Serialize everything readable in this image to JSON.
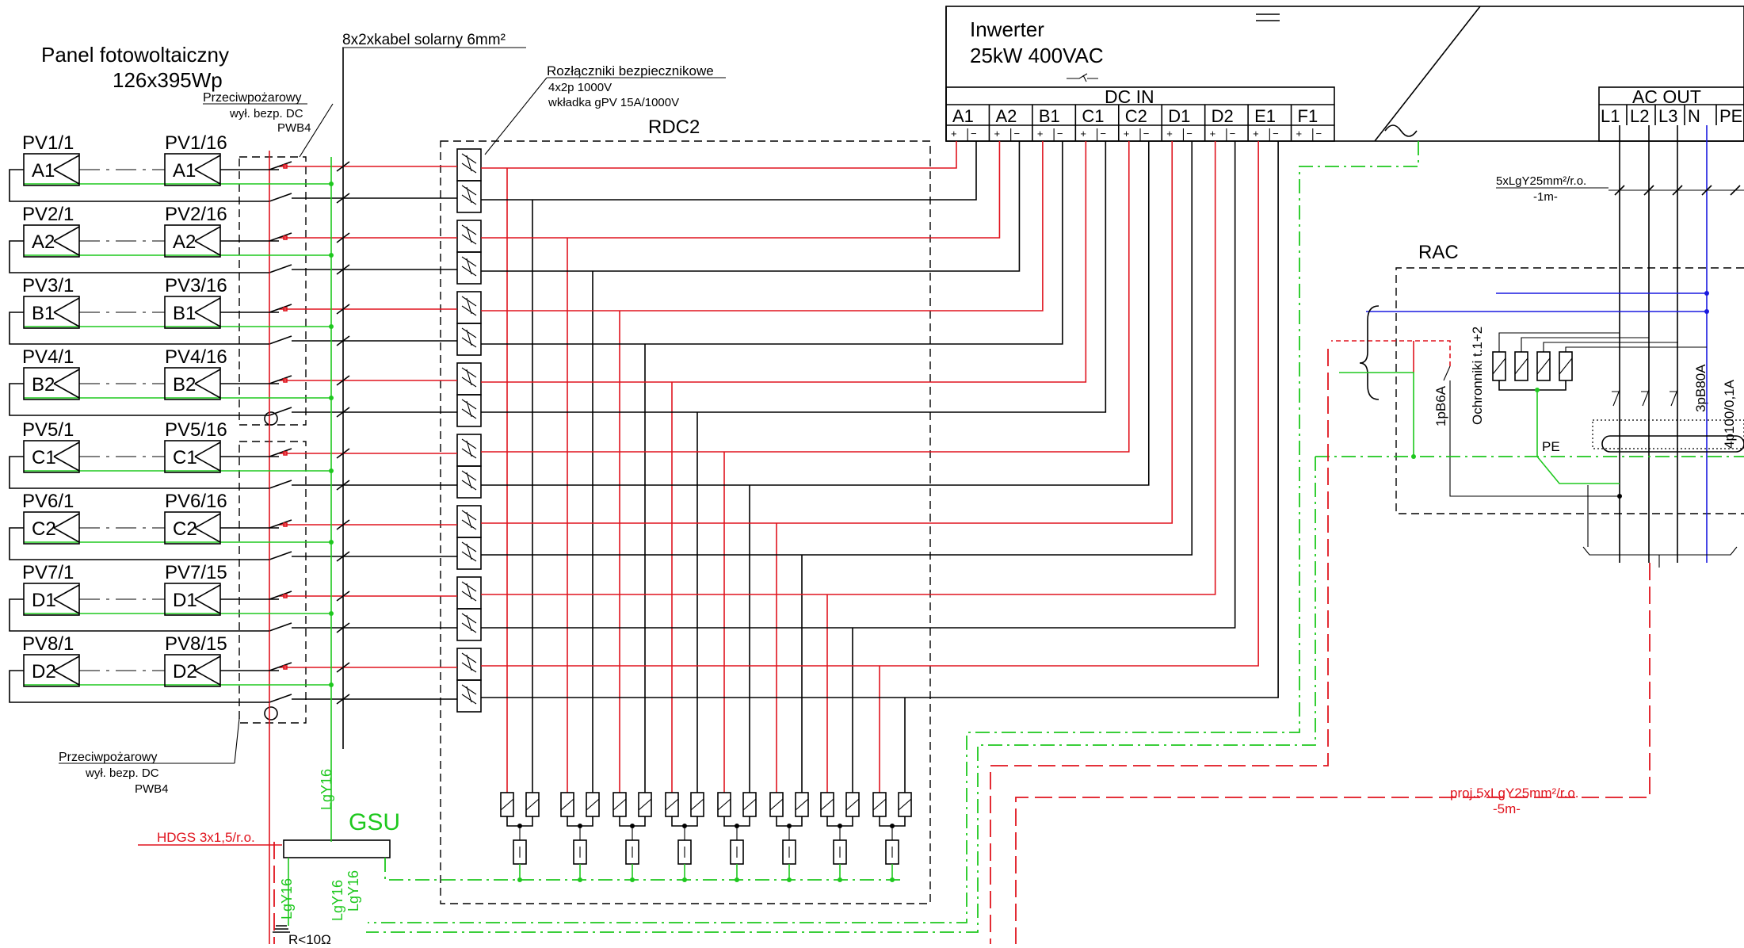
{
  "panel": {
    "title_line1": "Panel fotowoltaiczny",
    "title_line2": "126x395Wp",
    "strings": [
      {
        "first": "PV1/1",
        "last": "PV1/16",
        "group": "A1"
      },
      {
        "first": "PV2/1",
        "last": "PV2/16",
        "group": "A2"
      },
      {
        "first": "PV3/1",
        "last": "PV3/16",
        "group": "B1"
      },
      {
        "first": "PV4/1",
        "last": "PV4/16",
        "group": "B2"
      },
      {
        "first": "PV5/1",
        "last": "PV5/16",
        "group": "C1"
      },
      {
        "first": "PV6/1",
        "last": "PV6/16",
        "group": "C2"
      },
      {
        "first": "PV7/1",
        "last": "PV7/15",
        "group": "D1"
      },
      {
        "first": "PV8/1",
        "last": "PV8/15",
        "group": "D2"
      }
    ]
  },
  "fire_switch": {
    "top_line1": "Przeciwpożarowy",
    "top_line2": "wył. bezp. DC",
    "top_line3": "PWB4",
    "bottom_line1": "Przeciwpożarowy",
    "bottom_line2": "wył. bezp. DC",
    "bottom_line3": "PWB4"
  },
  "cable_label": "8x2xkabel solarny 6mm²",
  "rdc": {
    "note_line1": "Rozłączniki bezpiecznikowe",
    "note_line2": "4x2p 1000V",
    "note_line3": "wkładka gPV 15A/1000V",
    "name": "RDC2"
  },
  "inverter": {
    "title_line1": "Inwerter",
    "title_line2": "25kW 400VAC",
    "dc_in_label": "DC IN",
    "dc_inputs": [
      "A1",
      "A2",
      "B1",
      "C1",
      "C2",
      "D1",
      "D2",
      "E1",
      "F1"
    ],
    "pole_plus": "+",
    "pole_minus": "−",
    "ac_out_label": "AC OUT",
    "ac_outputs": [
      "L1",
      "L2",
      "L3",
      "N",
      "PE"
    ]
  },
  "ac_cable": {
    "line1": "5xLgY25mm²/r.o.",
    "line2": "-1m-"
  },
  "rac": {
    "name": "RAC",
    "breaker_small": "1pB6A",
    "surge": "Ochronniki t.1+2",
    "breaker_main": "3pB80A",
    "rcd": "4p100/0,1A",
    "pe_label": "PE"
  },
  "proj_cable": {
    "line1": "proj.5xLgY25mm²/r.o.",
    "line2": "-5m-"
  },
  "gsu": {
    "name": "GSU",
    "hdgs": "HDGS 3x1,5/r.o.",
    "lgy_vertical": "LgY16",
    "lgy_bottom_left": "LgY16",
    "lgy_bottom_mid1": "LgY16",
    "lgy_bottom_mid2": "LgY16",
    "earth_resistance": "R<10Ω"
  },
  "colors": {
    "positive": "#e0141e",
    "negative": "#000000",
    "protective": "#1ec81e",
    "neutral": "#1a1ae0"
  }
}
